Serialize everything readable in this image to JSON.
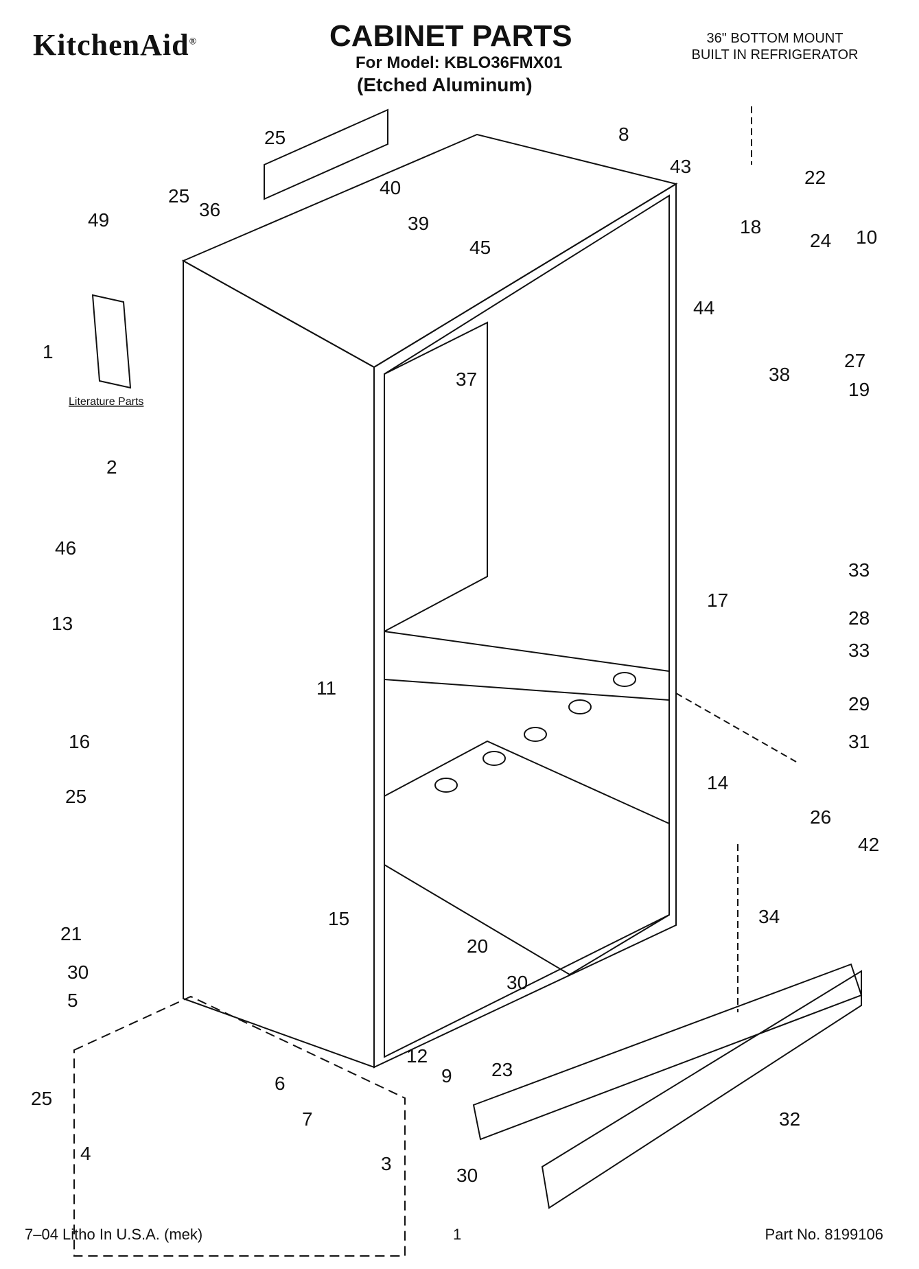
{
  "header": {
    "brand": "KitchenAid",
    "brand_mark": "®",
    "title": "CABINET PARTS",
    "model_line": "For Model: KBLO36FMX01",
    "finish_line": "(Etched Aluminum)",
    "subtitle_line1": "36\" BOTTOM MOUNT",
    "subtitle_line2": "BUILT IN REFRIGERATOR"
  },
  "diagram": {
    "literature_label": "Literature Parts",
    "callouts": [
      "25",
      "25",
      "49",
      "36",
      "40",
      "39",
      "45",
      "8",
      "43",
      "22",
      "18",
      "24",
      "10",
      "44",
      "1",
      "37",
      "38",
      "27",
      "19",
      "2",
      "46",
      "13",
      "11",
      "33",
      "17",
      "28",
      "33",
      "29",
      "31",
      "14",
      "16",
      "25",
      "26",
      "42",
      "34",
      "15",
      "20",
      "21",
      "30",
      "5",
      "30",
      "12",
      "23",
      "6",
      "9",
      "7",
      "3",
      "4",
      "25",
      "32",
      "30"
    ]
  },
  "footer": {
    "left": "7–04 Litho In U.S.A. (mek)",
    "center": "1",
    "right": "Part No. 8199106"
  },
  "colors": {
    "ink": "#111111",
    "paper": "#ffffff"
  }
}
